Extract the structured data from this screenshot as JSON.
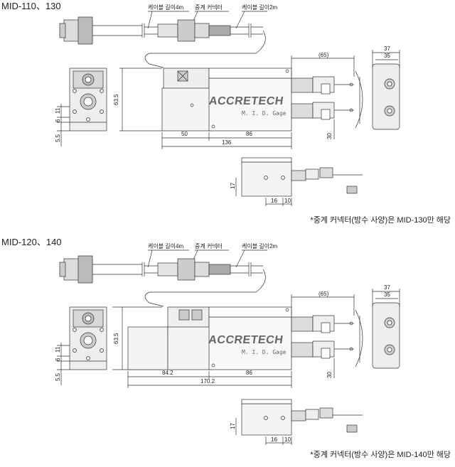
{
  "sections": [
    {
      "title": "MID-110、130",
      "cable_label_1": "케이블 길이4m",
      "connector_label": "중계 커넥터",
      "cable_label_2": "케이블 길이2m",
      "brand": "ACCRETECH",
      "subbrand": "M. I. D. Gage",
      "dims": {
        "d65": "(65)",
        "d37": "37",
        "d35": "35",
        "d63_5": "63.5",
        "d11": "11",
        "d6": "6",
        "d5_5": "5.5",
        "d50": "50",
        "d86": "86",
        "d136": "136",
        "d30": "30",
        "d17": "17",
        "d16": "16",
        "d10": "10"
      },
      "note": "*중계 커넥터(방수 사양)은 MID-130만 해당"
    },
    {
      "title": "MID-120、140",
      "cable_label_1": "케이블 길이4m",
      "connector_label": "중계 커넥터",
      "cable_label_2": "케이블 길이2m",
      "brand": "ACCRETECH",
      "subbrand": "M. I. D. Gage",
      "dims": {
        "d65": "(65)",
        "d37": "37",
        "d35": "35",
        "d63_5": "63.5",
        "d11": "11",
        "d6": "6",
        "d5_5": "5.5",
        "d50": "84.2",
        "d86": "86",
        "d136": "170.2",
        "d30": "30",
        "d17": "17",
        "d16": "16",
        "d10": "10"
      },
      "note": "*중계 커넥터(방수 사양)은 MID-140만 해당"
    }
  ]
}
